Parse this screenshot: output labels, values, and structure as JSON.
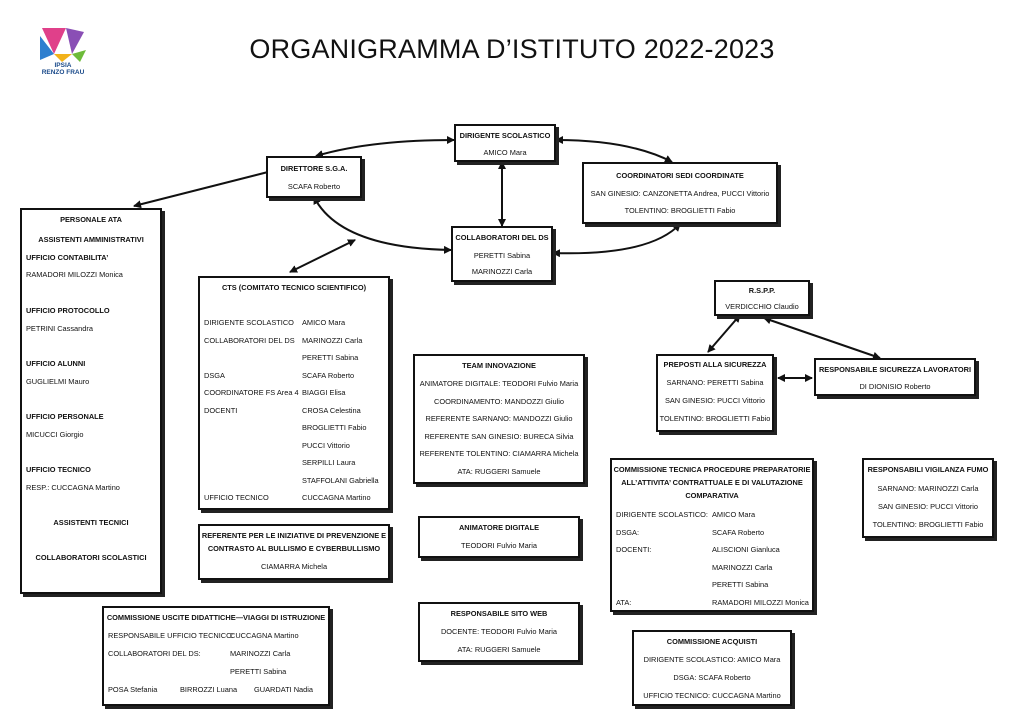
{
  "title": "ORGANIGRAMMA D’ISTITUTO 2022-2023",
  "logo": {
    "line1": "IPSIA",
    "line2": "RENZO FRAU"
  },
  "dirigente": {
    "heading": "DIRIGENTE SCOLASTICO",
    "name": "AMICO Mara"
  },
  "dsga": {
    "heading": "DIRETTORE S.G.A.",
    "name": "SCAFA Roberto"
  },
  "coordinatori": {
    "heading": "COORDINATORI SEDI COORDINATE",
    "line1": "SAN GINESIO: CANZONETTA Andrea, PUCCI Vittorio",
    "line2": "TOLENTINO: BROGLIETTI Fabio"
  },
  "collaboratori": {
    "heading": "COLLABORATORI DEL DS",
    "name1": "PERETTI Sabina",
    "name2": "MARINOZZI Carla"
  },
  "ata": {
    "heading": "PERSONALE  ATA",
    "sub1": "ASSISTENTI AMMINISTRATIVI",
    "u1": "UFFICIO CONTABILITA’",
    "n1": "RAMADORI MILOZZI Monica",
    "u2": "UFFICIO PROTOCOLLO",
    "n2": "PETRINI Cassandra",
    "u3": "UFFICIO ALUNNI",
    "n3": "GUGLIELMI Mauro",
    "u4": "UFFICIO PERSONALE",
    "n4": "MICUCCI Giorgio",
    "u5": "UFFICIO TECNICO",
    "n5": "RESP.: CUCCAGNA Martino",
    "sub2": "ASSISTENTI TECNICI",
    "sub3": "COLLABORATORI SCOLASTICI"
  },
  "cts": {
    "heading": "CTS (COMITATO TECNICO SCIENTIFICO)",
    "roles": [
      "DIRIGENTE SCOLASTICO",
      "COLLABORATORI DEL DS",
      "",
      "DSGA",
      "COORDINATORE FS Area 4",
      "DOCENTI",
      "",
      "",
      "",
      "",
      "UFFICIO TECNICO"
    ],
    "names": [
      "AMICO Mara",
      "MARINOZZI Carla",
      "PERETTI Sabina",
      "SCAFA Roberto",
      "BIAGGI Elisa",
      "CROSA Celestina",
      "BROGLIETTI Fabio",
      "PUCCI Vittorio",
      "SERPILLI Laura",
      "STAFFOLANI Gabriella",
      "CUCCAGNA Martino"
    ]
  },
  "team": {
    "heading": "TEAM INNOVAZIONE",
    "lines": [
      "ANIMATORE DIGITALE: TEODORI Fulvio Maria",
      "COORDINAMENTO: MANDOZZI Giulio",
      "REFERENTE SARNANO: MANDOZZI Giulio",
      "REFERENTE SAN GINESIO: BURECA Silvia",
      "REFERENTE TOLENTINO: CIAMARRA Michela",
      "ATA: RUGGERI Samuele"
    ]
  },
  "rspp": {
    "heading": "R.S.P.P.",
    "name": "VERDICCHIO Claudio"
  },
  "preposti": {
    "heading": "PREPOSTI ALLA SICUREZZA",
    "lines": [
      "SARNANO: PERETTI Sabina",
      "SAN GINESIO: PUCCI Vittorio",
      "TOLENTINO: BROGLIETTI Fabio"
    ]
  },
  "rsl": {
    "heading": "RESPONSABILE SICUREZZA LAVORATORI",
    "name": "DI DIONISIO Roberto"
  },
  "bullismo": {
    "heading1": "REFERENTE PER LE INIZIATIVE DI PREVENZIONE E",
    "heading2": "CONTRASTO AL BULLISMO E CYBERBULLISMO",
    "name": "CIAMARRA Michela"
  },
  "animatore": {
    "heading": "ANIMATORE DIGITALE",
    "name": "TEODORI Fulvio Maria"
  },
  "commtec": {
    "heading1": "COMMISSIONE TECNICA PROCEDURE PREPARATORIE",
    "heading2": "ALL’ATTIVITA’ CONTRATTUALE E DI VALUTAZIONE",
    "heading3": "COMPARATIVA",
    "roles": [
      "DIRIGENTE SCOLASTICO:",
      "DSGA:",
      "DOCENTI:",
      "",
      "",
      "ATA:"
    ],
    "names": [
      "AMICO Mara",
      "SCAFA Roberto",
      "ALISCIONI Gianluca",
      "MARINOZZI Carla",
      "PERETTI Sabina",
      "RAMADORI MILOZZI Monica"
    ]
  },
  "fumo": {
    "heading": "RESPONSABILI VIGILANZA FUMO",
    "lines": [
      "SARNANO: MARINOZZI Carla",
      "SAN GINESIO: PUCCI Vittorio",
      "TOLENTINO: BROGLIETTI Fabio"
    ]
  },
  "uscite": {
    "heading": "COMMISSIONE USCITE DIDATTICHE—VIAGGI DI ISTRUZIONE",
    "r1": "RESPONSABILE UFFICIO TECNICO:",
    "v1": "CUCCAGNA Martino",
    "r2": "COLLABORATORI DEL DS:",
    "v2": "MARINOZZI Carla",
    "v3": "PERETTI Sabina",
    "p1": "POSA Stefania",
    "p2": "BIRROZZI Luana",
    "p3": "GUARDATI Nadia"
  },
  "web": {
    "heading": "RESPONSABILE SITO WEB",
    "line1": "DOCENTE: TEODORI Fulvio Maria",
    "line2": "ATA: RUGGERI Samuele"
  },
  "acquisti": {
    "heading": "COMMISSIONE ACQUISTI",
    "lines": [
      "DIRIGENTE SCOLASTICO: AMICO Mara",
      "DSGA: SCAFA Roberto",
      "UFFICIO TECNICO: CUCCAGNA Martino"
    ]
  }
}
